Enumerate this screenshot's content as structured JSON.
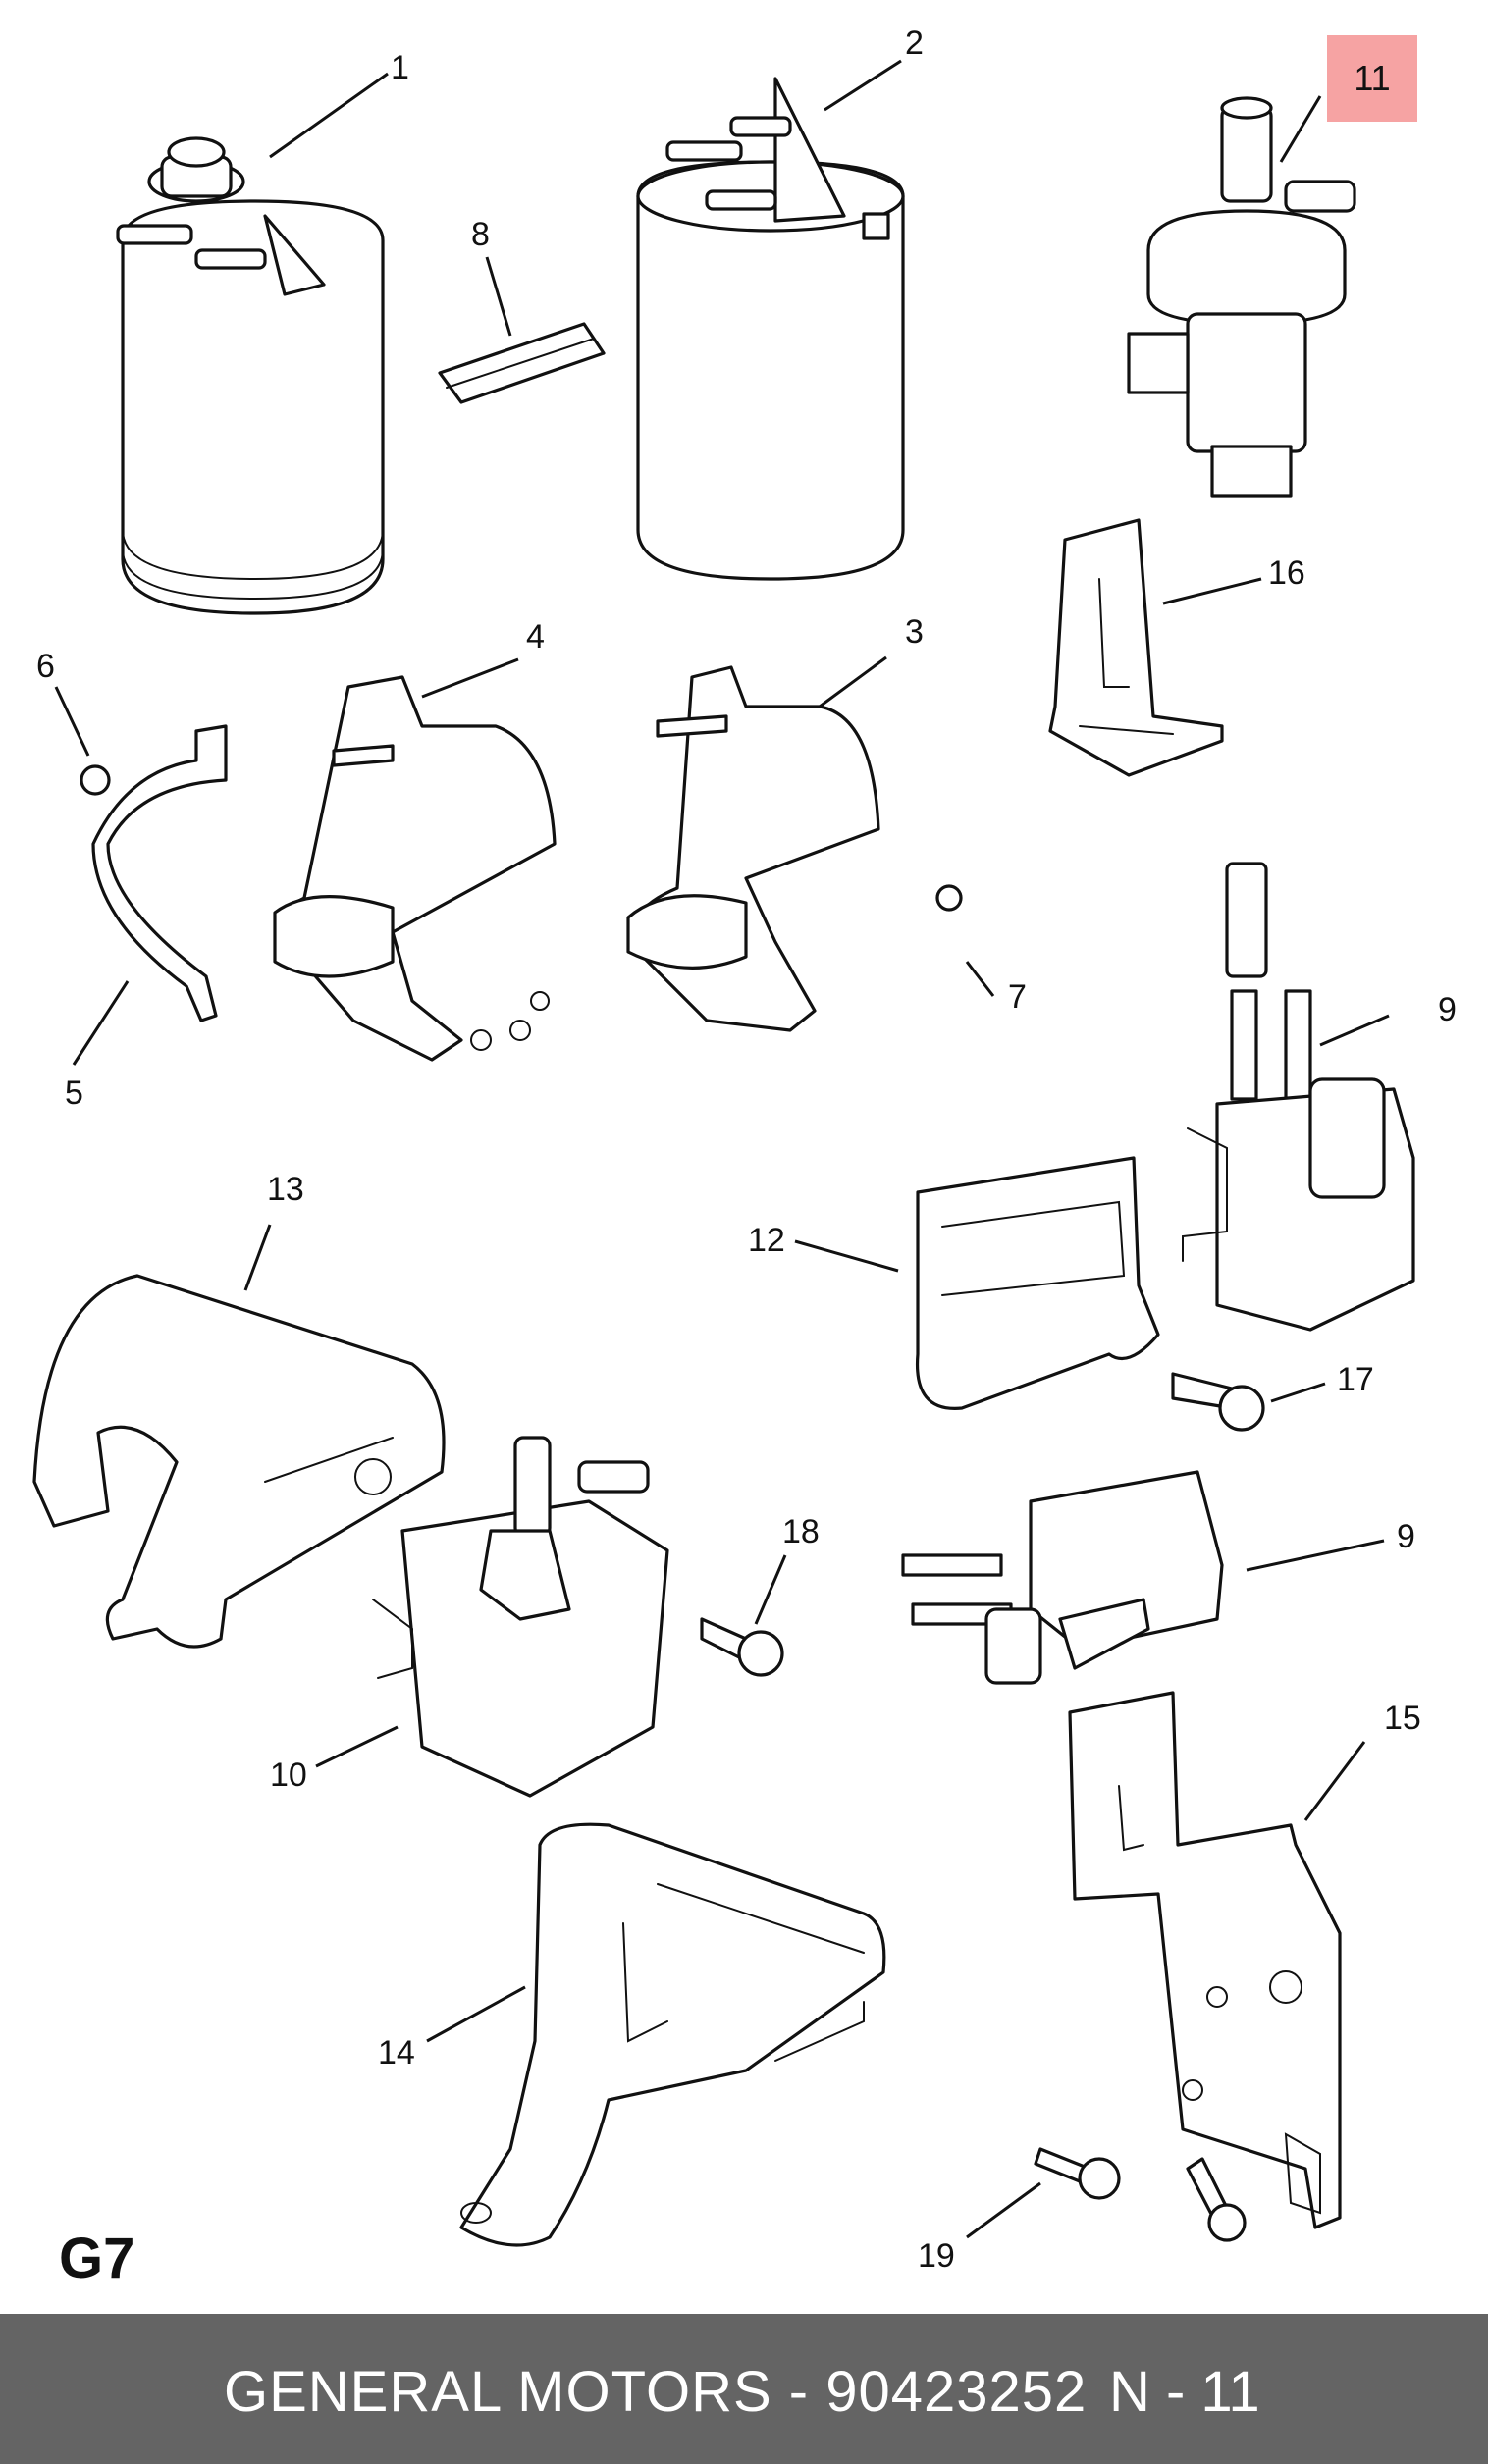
{
  "section_code": "G7",
  "highlighted_part": "11",
  "footer": {
    "title": "GENERAL MOTORS - 90423252",
    "page": "N - 11"
  },
  "callouts": {
    "c1": "1",
    "c2": "2",
    "c3": "3",
    "c4": "4",
    "c5": "5",
    "c6": "6",
    "c7": "7",
    "c8": "8",
    "c9a": "9",
    "c9b": "9",
    "c10": "10",
    "c11": "11",
    "c12": "12",
    "c13": "13",
    "c14": "14",
    "c15": "15",
    "c16": "16",
    "c17": "17",
    "c18": "18",
    "c19": "19"
  },
  "colors": {
    "highlight": "#f6a3a3",
    "footer_bg": "#646464",
    "footer_text": "#ffffff",
    "line": "#111111"
  }
}
